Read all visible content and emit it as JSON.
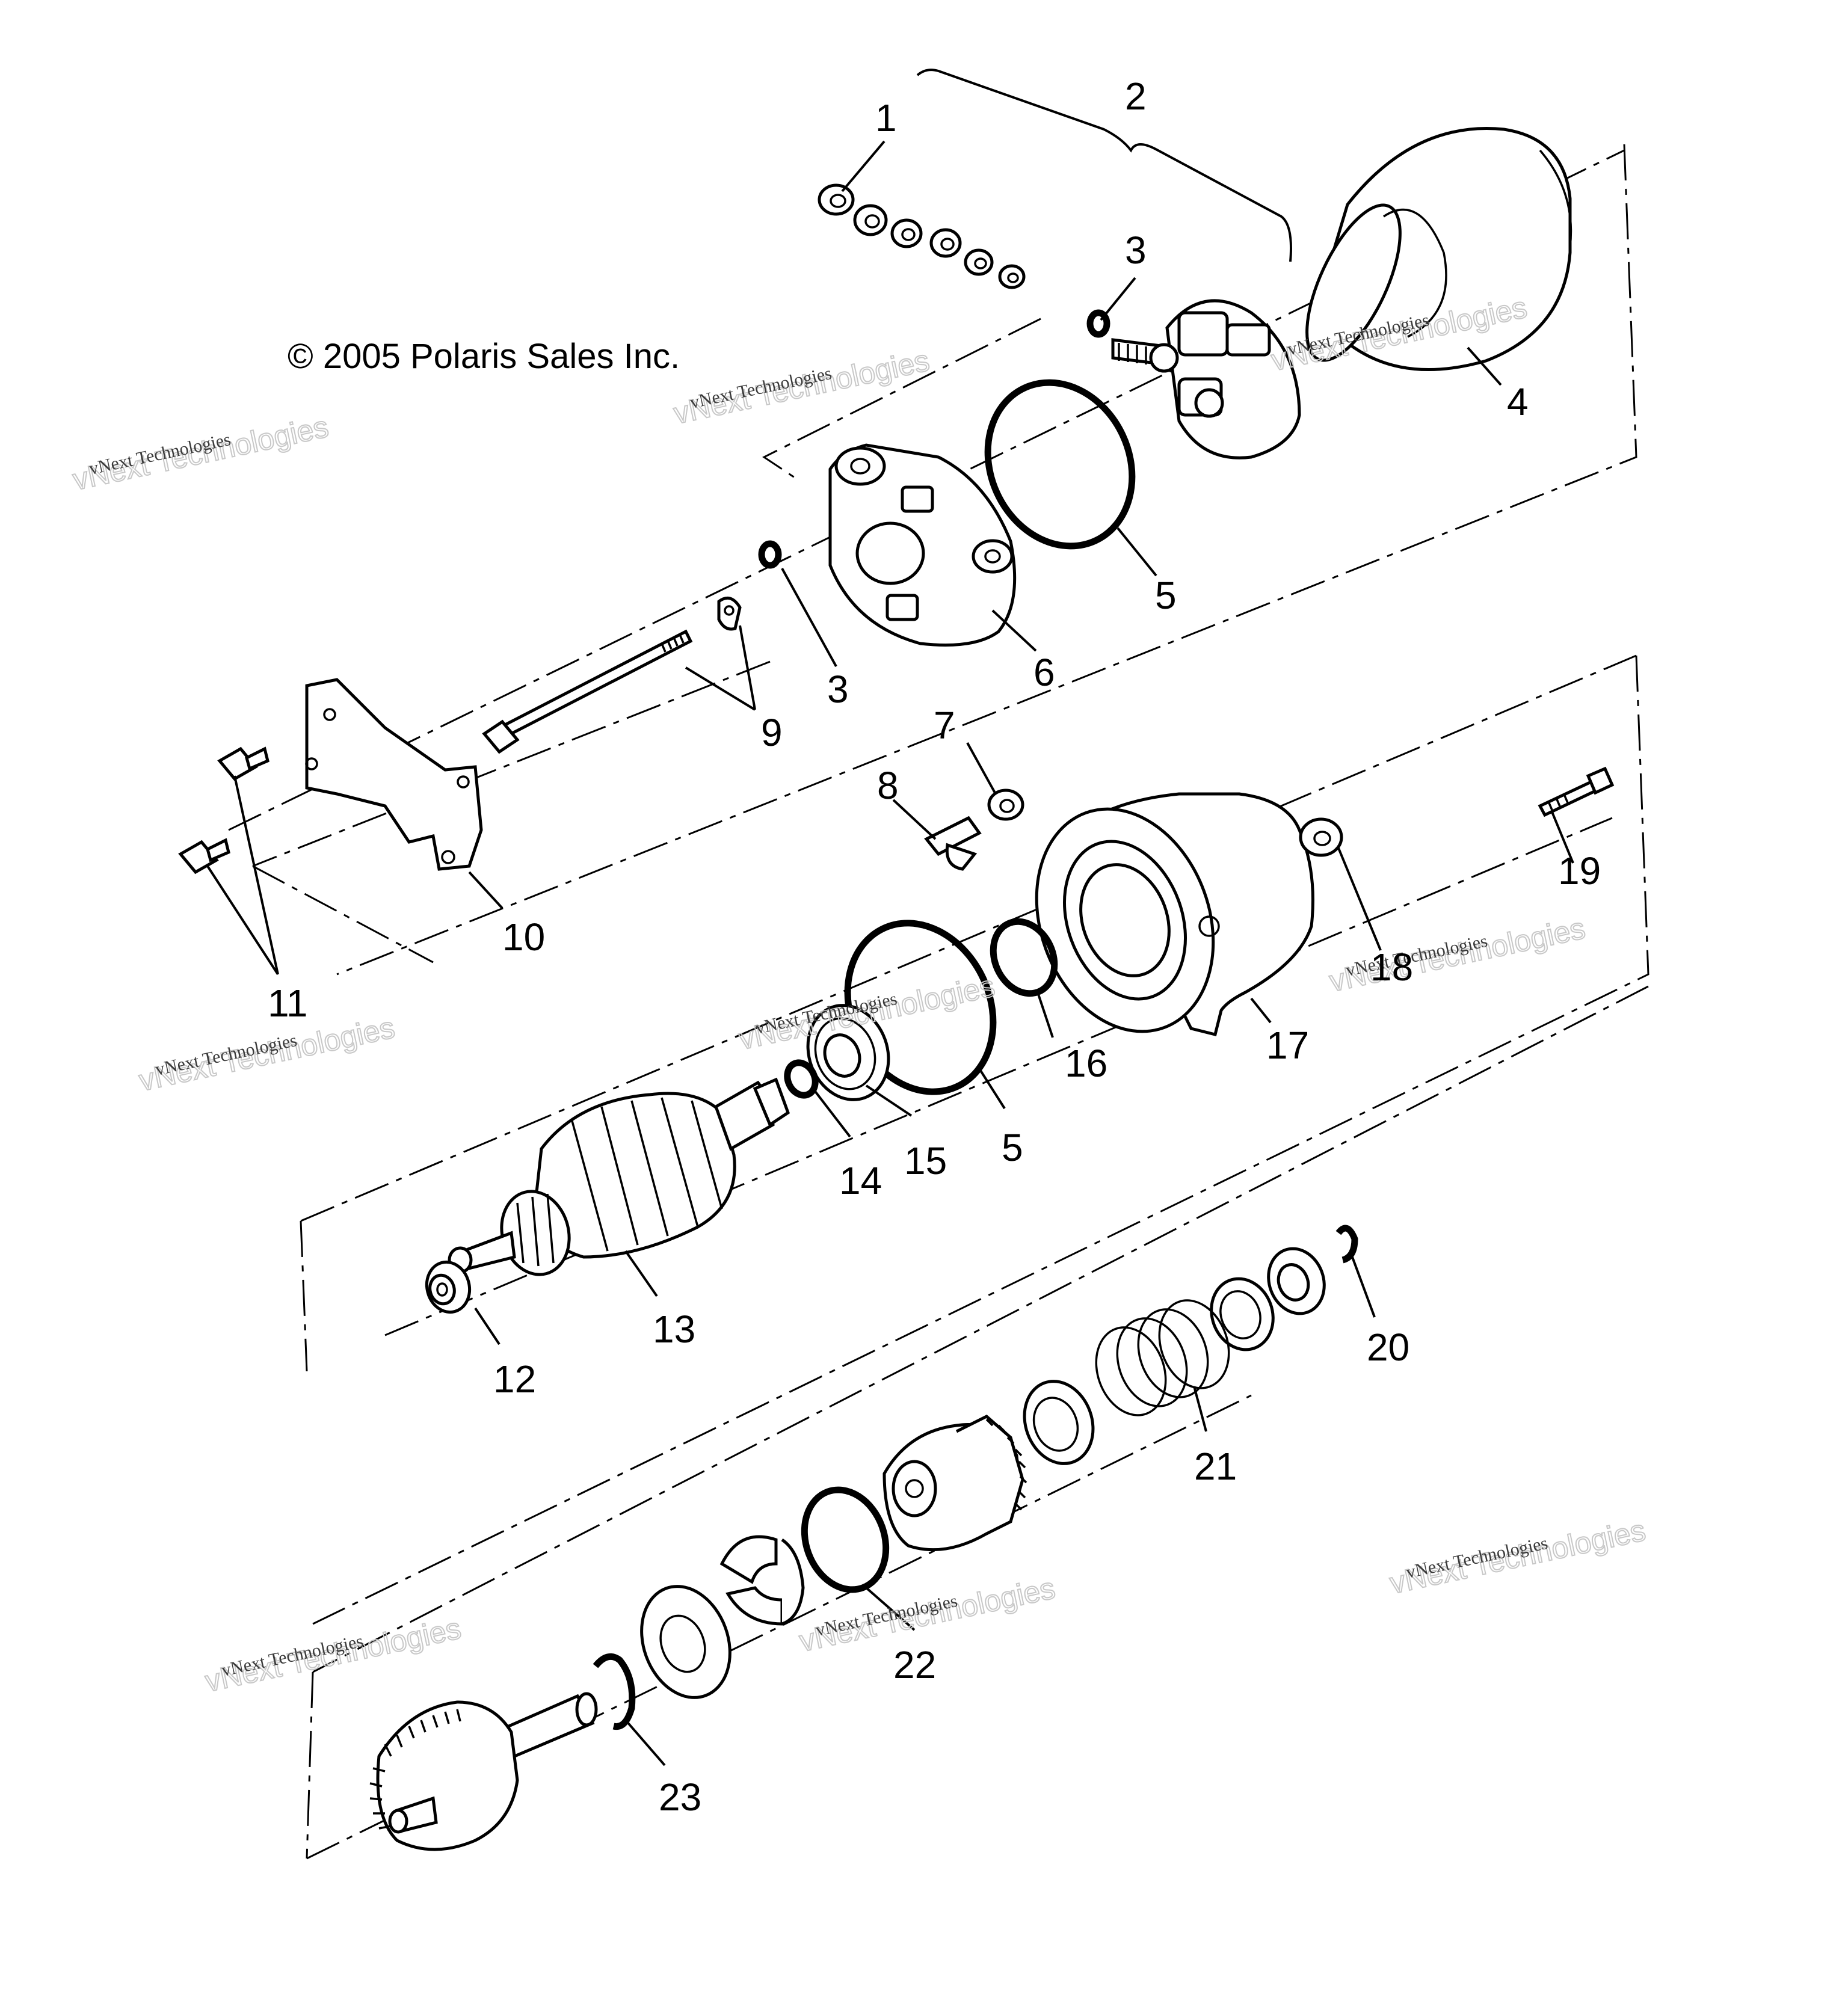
{
  "copyright": "© 2005 Polaris Sales Inc.",
  "watermark": {
    "line1": "vNext Technologies",
    "line2": "vNext Technologies"
  },
  "callouts": {
    "c1": "1",
    "c2": "2",
    "c3a": "3",
    "c3b": "3",
    "c4": "4",
    "c5a": "5",
    "c5b": "5",
    "c6": "6",
    "c7": "7",
    "c8": "8",
    "c9": "9",
    "c10": "10",
    "c11": "11",
    "c12": "12",
    "c13": "13",
    "c14": "14",
    "c15": "15",
    "c16": "16",
    "c17": "17",
    "c18": "18",
    "c19": "19",
    "c20": "20",
    "c21": "21",
    "c22": "22",
    "c23": "23"
  }
}
